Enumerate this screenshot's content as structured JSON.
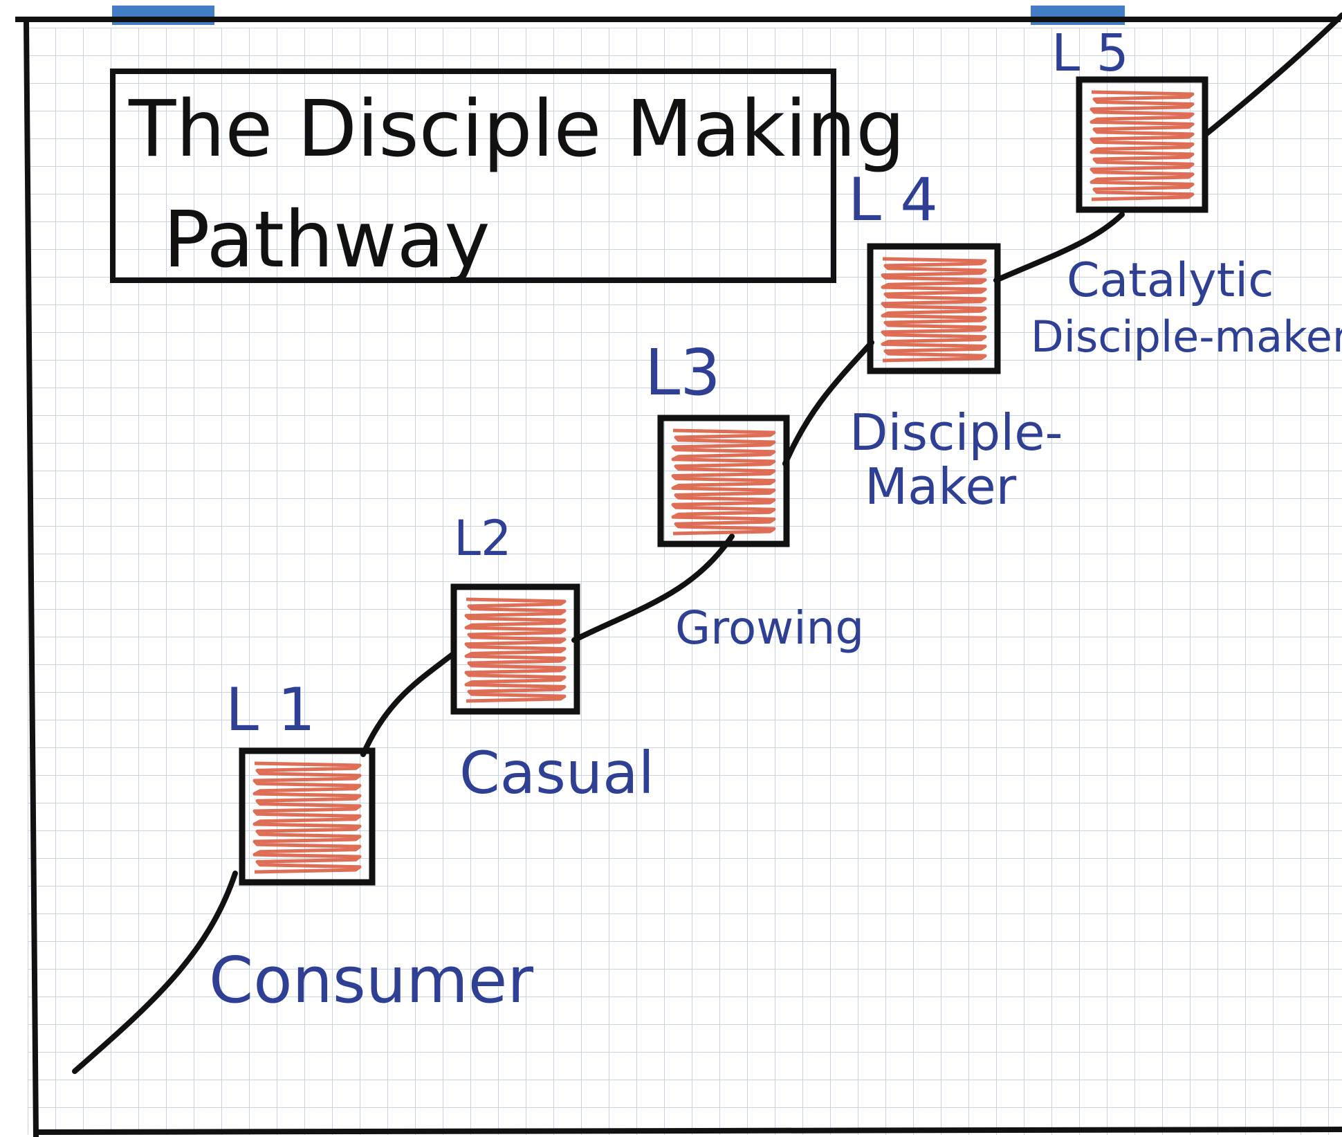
{
  "title": {
    "line1": "The Disciple Making",
    "line2": "Pathway"
  },
  "levels": [
    {
      "code": "L 1",
      "name": "Consumer"
    },
    {
      "code": "L2",
      "name": "Casual"
    },
    {
      "code": "L3",
      "name": "Growing"
    },
    {
      "code": "L 4",
      "name": "Disciple-",
      "name2": "Maker"
    },
    {
      "code": "L 5",
      "name": "Catalytic",
      "name2": "Disciple-maker"
    }
  ],
  "colors": {
    "paper": "#ffffff",
    "grid": "#b9c6dc",
    "ink": "#111111",
    "label_ink": "#2f3f94",
    "fill": "#d9553a",
    "tape": "#2f6fc0"
  }
}
